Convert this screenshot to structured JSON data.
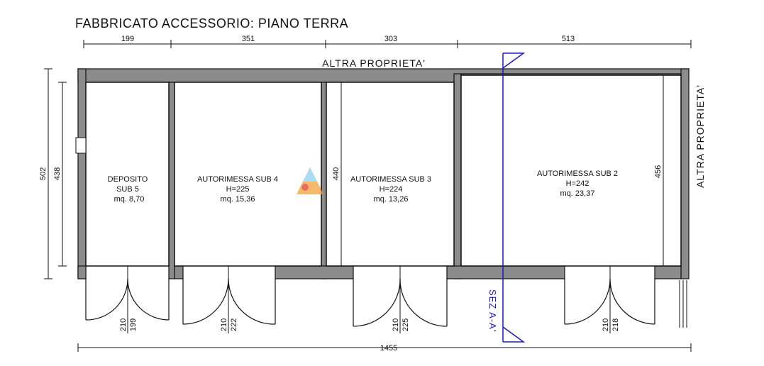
{
  "title": "FABBRICATO ACCESSORIO: PIANO TERRA",
  "neighbor_top": "ALTRA PROPRIETA'",
  "neighbor_right": "ALTRA PROPRIETA'",
  "section_label": "SEZ A-A'",
  "top_dims": [
    "199",
    "351",
    "303",
    "513"
  ],
  "bottom_dim": "1455",
  "left_dims": {
    "outer": "502",
    "inner": "438"
  },
  "room_height_dims": {
    "sub3": "440",
    "sub2": "456"
  },
  "rooms": [
    {
      "name": "DEPOSITO",
      "sub": "SUB 5",
      "area": "mq. 8,70"
    },
    {
      "name": "AUTORIMESSA SUB 4",
      "height": "H=225",
      "area": "mq. 15,36"
    },
    {
      "name": "AUTORIMESSA SUB 3",
      "height": "H=224",
      "area": "mq. 13,26"
    },
    {
      "name": "AUTORIMESSA SUB 2",
      "height": "H=242",
      "area": "mq. 23,37"
    }
  ],
  "door_dims": [
    {
      "w": "210",
      "h": "199"
    },
    {
      "w": "210",
      "h": "222"
    },
    {
      "w": "210",
      "h": "225"
    },
    {
      "w": "210",
      "h": "218"
    }
  ],
  "colors": {
    "wall": "#8c8c8c",
    "line": "#111111",
    "section": "#1b1bc4"
  }
}
